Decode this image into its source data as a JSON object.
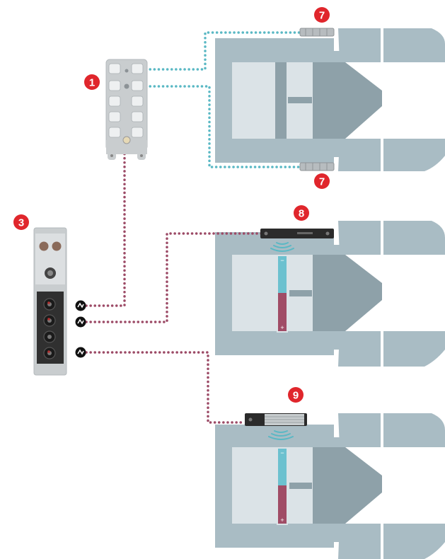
{
  "badges": {
    "b1": "1",
    "b3": "3",
    "b7_top": "7",
    "b7_bottom": "7",
    "b8": "8",
    "b9": "9"
  },
  "colors": {
    "badge": "#e0262c",
    "cable_io_link": "#9c4a66",
    "cable_sensor": "#5ab8c4",
    "machine_light": "#a9bcc4",
    "machine_panel": "#dbe3e7",
    "machine_dark": "#8ea1a9",
    "indicator_blue": "#6cc1cf",
    "indicator_red": "#a04c66",
    "device_grey": "#c9cdcf",
    "port_black": "#222222"
  },
  "icons": {
    "io_link_symbol": "io-link-icon",
    "signal_waves": "wireless-signal-icon"
  }
}
